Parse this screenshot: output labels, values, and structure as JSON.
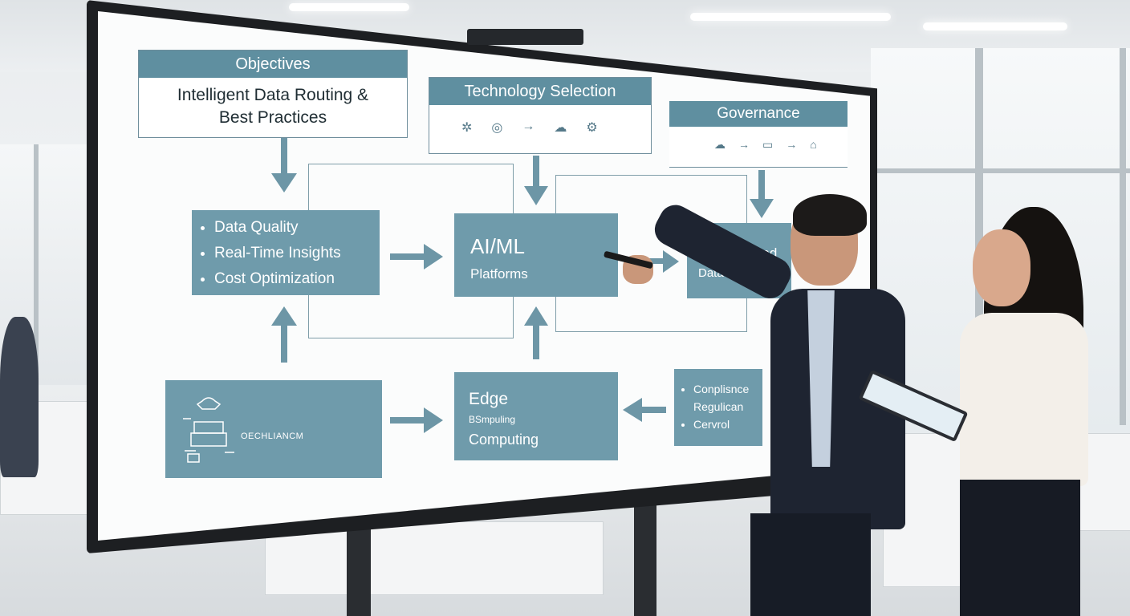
{
  "objectives": {
    "title": "Objectives",
    "subtitle_line1": "Intelligent Data Routing &",
    "subtitle_line2": "Best Practices"
  },
  "technology": {
    "title": "Technology Selection",
    "icons": [
      "bug-icon",
      "chip-icon",
      "right-arrow-icon",
      "cloud-icon",
      "gear-icon"
    ]
  },
  "governance": {
    "title": "Governance",
    "icons": [
      "cloud-icon",
      "right-arrow-icon",
      "monitor-icon",
      "right-arrow-icon",
      "lock-icon"
    ]
  },
  "quality_block": {
    "items": [
      "Data Quality",
      "Real-Time Insights",
      "Cost Optimization"
    ]
  },
  "aiml_block": {
    "title": "AI/ML",
    "subtitle": "Platforms"
  },
  "cloud_block": {
    "line1": "Cloud-Based",
    "line2": "Data Pipelines"
  },
  "security_block": {
    "caption": "OECHLIANCM"
  },
  "edge_block": {
    "line1": "Edge",
    "line2": "BSmpuling",
    "line3": "Computing"
  },
  "compliance_block": {
    "items": [
      "Conplisnce",
      "Regulican",
      "Cervrol"
    ]
  },
  "colors": {
    "block": "#6f9bab",
    "header_band": "#5f8fa0",
    "arrow": "#6d96a6",
    "screen": "#fbfcfc",
    "bezel": "#1d1f22"
  }
}
